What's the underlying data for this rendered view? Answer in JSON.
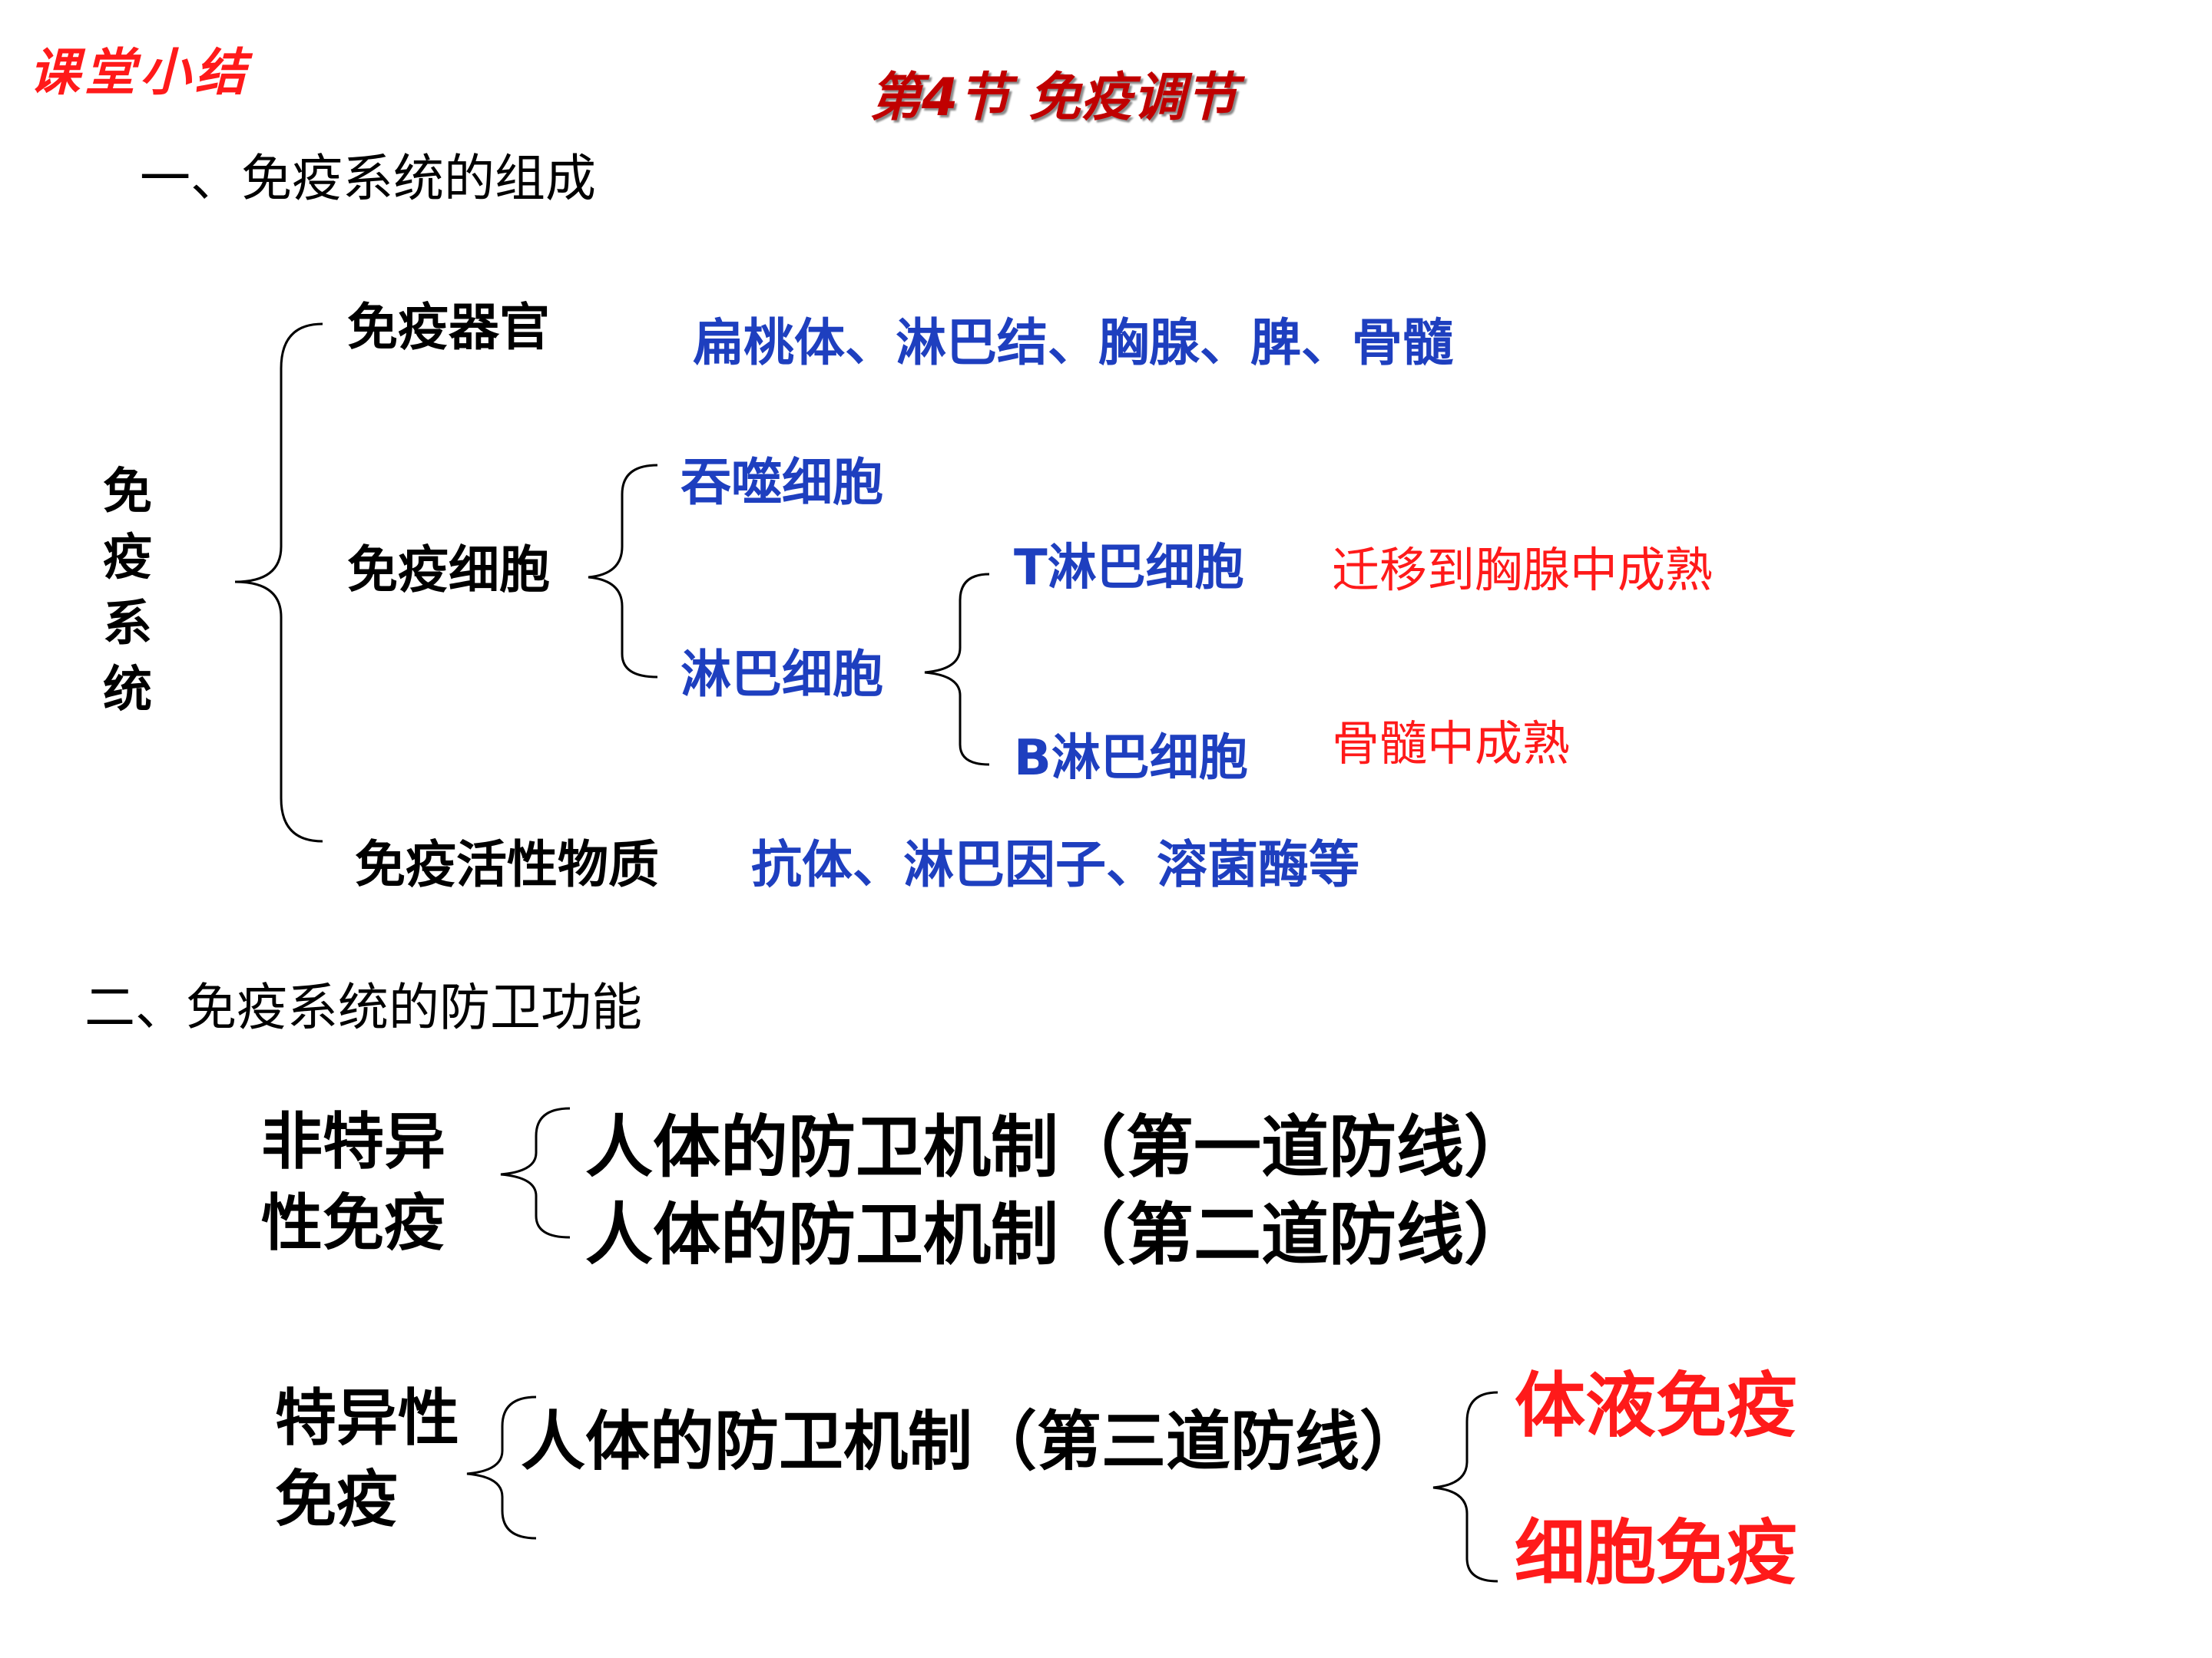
{
  "header": {
    "corner_label": "课堂小结",
    "title": "第4节  免疫调节"
  },
  "section1": {
    "heading": "一、免疫系统的组成",
    "root": "免疫系统",
    "organs": {
      "label": "免疫器官",
      "detail": "扁桃体、淋巴结、胸腺、脾、骨髓"
    },
    "cells": {
      "label": "免疫细胞",
      "phagocyte": "吞噬细胞",
      "lymphocyte": "淋巴细胞",
      "t_cell": {
        "label": "T淋巴细胞",
        "note": "迁移到胸腺中成熟"
      },
      "b_cell": {
        "label": "B淋巴细胞",
        "note": "骨髓中成熟"
      }
    },
    "substances": {
      "label": "免疫活性物质",
      "detail": "抗体、淋巴因子、溶菌酶等"
    }
  },
  "section2": {
    "heading": "二、免疫系统的防卫功能",
    "nonspecific": {
      "label_line1": "非特异",
      "label_line2": "性免疫",
      "line1": "人体的防卫机制（第一道防线）",
      "line2": "人体的防卫机制（第二道防线）"
    },
    "specific": {
      "label_line1": "特异性",
      "label_line2": "免疫",
      "line": "人体的防卫机制（第三道防线）",
      "humoral": "体液免疫",
      "cellular": "细胞免疫"
    }
  },
  "colors": {
    "blue": "#1e3fbf",
    "red": "#ff1a1a",
    "dark_red": "#c00000"
  }
}
